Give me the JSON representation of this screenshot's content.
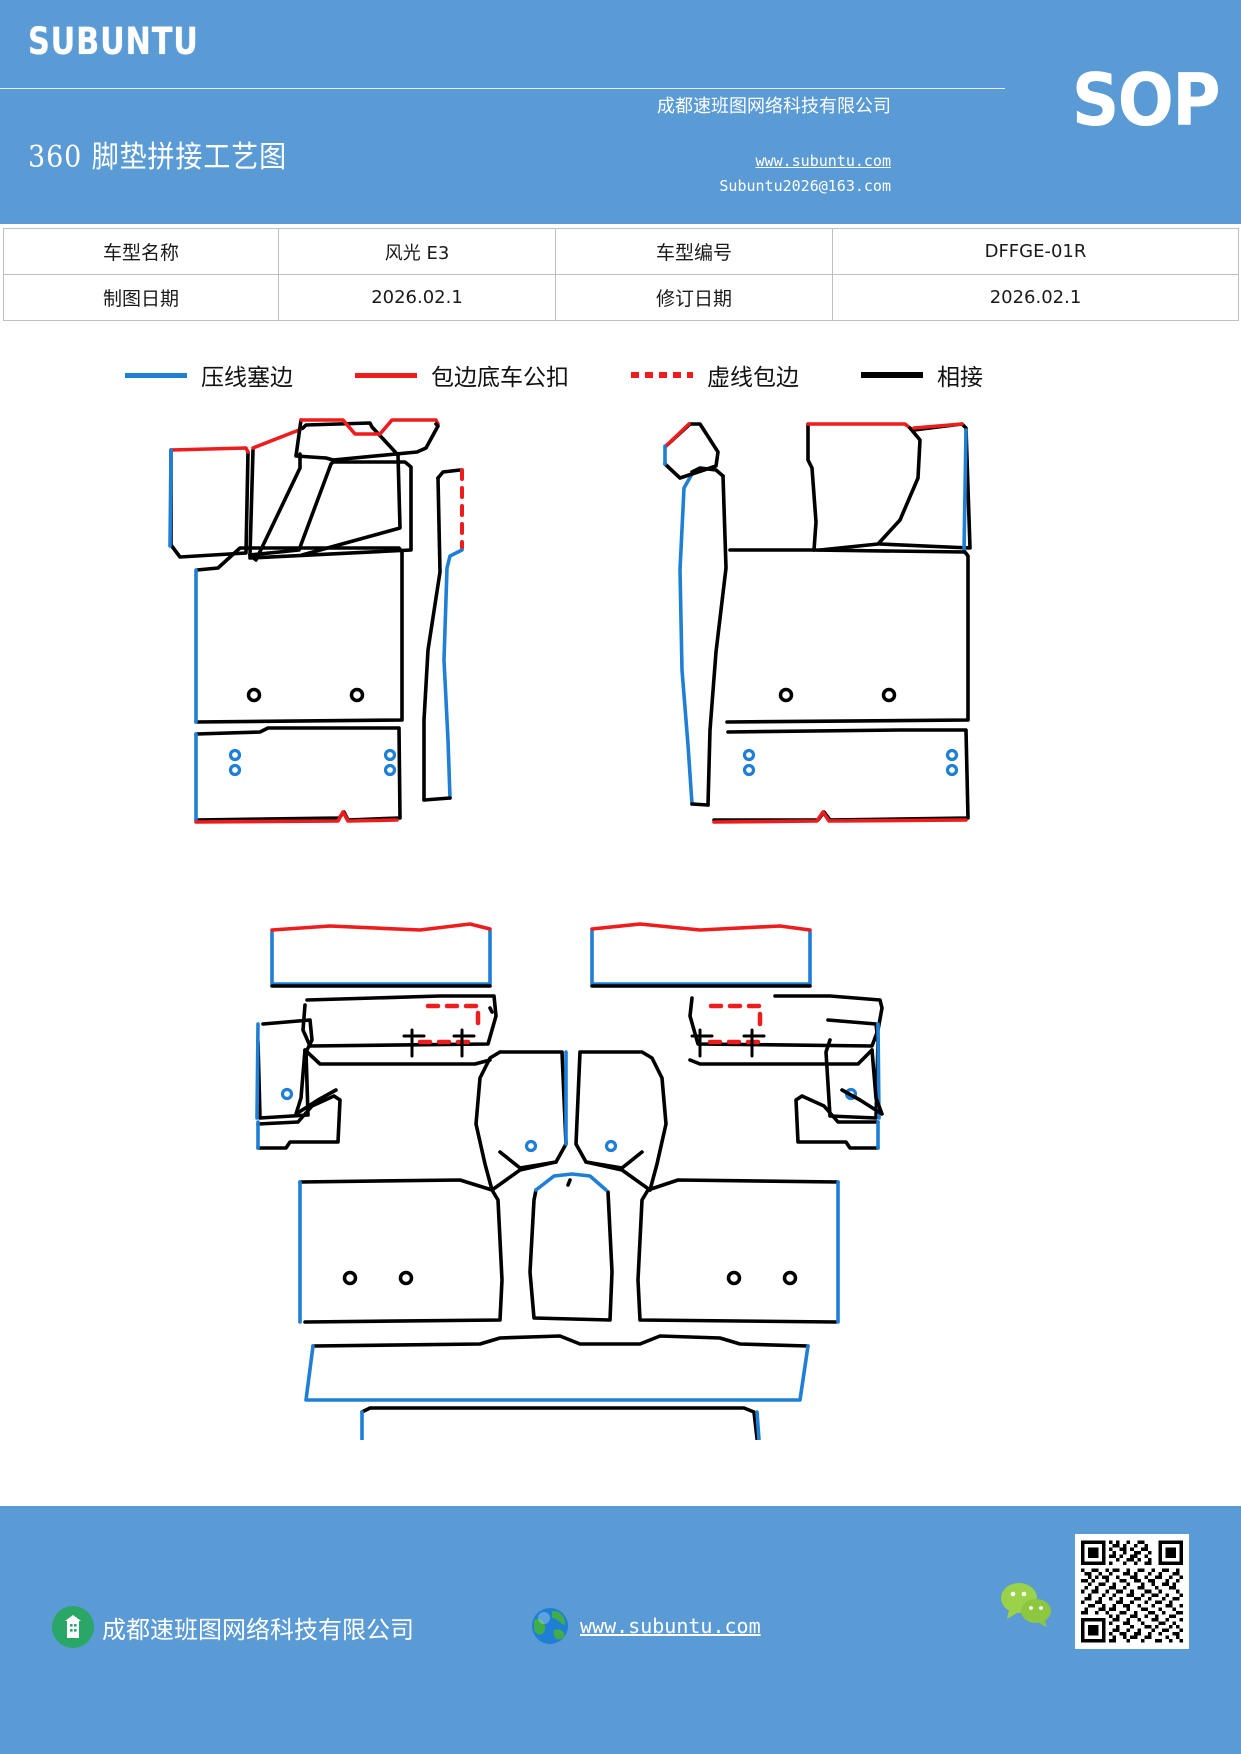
{
  "header": {
    "brand": "SUBUNTU",
    "doc_title": "360 脚垫拼接工艺图",
    "company": "成都速班图网络科技有限公司",
    "website": "www.subuntu.com",
    "email": "Subuntu2026@163.com",
    "sop_label": "SOP",
    "bg_color": "#5b9bd5"
  },
  "info_table": {
    "rows": [
      {
        "label1": "车型名称",
        "value1": "风光 E3",
        "label2": "车型编号",
        "value2": "DFFGE-01R"
      },
      {
        "label1": "制图日期",
        "value1": "2026.02.1",
        "label2": "修订日期",
        "value2": "2026.02.1"
      }
    ]
  },
  "legend": {
    "items": [
      {
        "label": "压线塞边",
        "style": "solid",
        "color": "#1f7fd4"
      },
      {
        "label": "包边底车公扣",
        "style": "solid",
        "color": "#ee1c1c"
      },
      {
        "label": "虚线包边",
        "style": "dashed",
        "color": "#ee1c1c"
      },
      {
        "label": "相接",
        "style": "solid",
        "color": "#000000"
      }
    ]
  },
  "diagram": {
    "title": "360 脚垫拼接工艺图",
    "type": "technical-pattern-layout",
    "colors": {
      "cut_line": "#000000",
      "press_edge": "#1f7fd4",
      "bind_edge": "#ee1c1c",
      "dashed_bind": "#ee1c1c"
    },
    "groups": [
      {
        "name": "front-left-assembly",
        "pieces": 6
      },
      {
        "name": "front-right-assembly",
        "pieces": 6
      },
      {
        "name": "rear-assembly",
        "pieces": 9
      },
      {
        "name": "trunk-sill-strip",
        "pieces": 2
      }
    ]
  },
  "footer": {
    "company": "成都速班图网络科技有限公司",
    "website": "www.subuntu.com",
    "bg_color": "#5b9bd5"
  }
}
